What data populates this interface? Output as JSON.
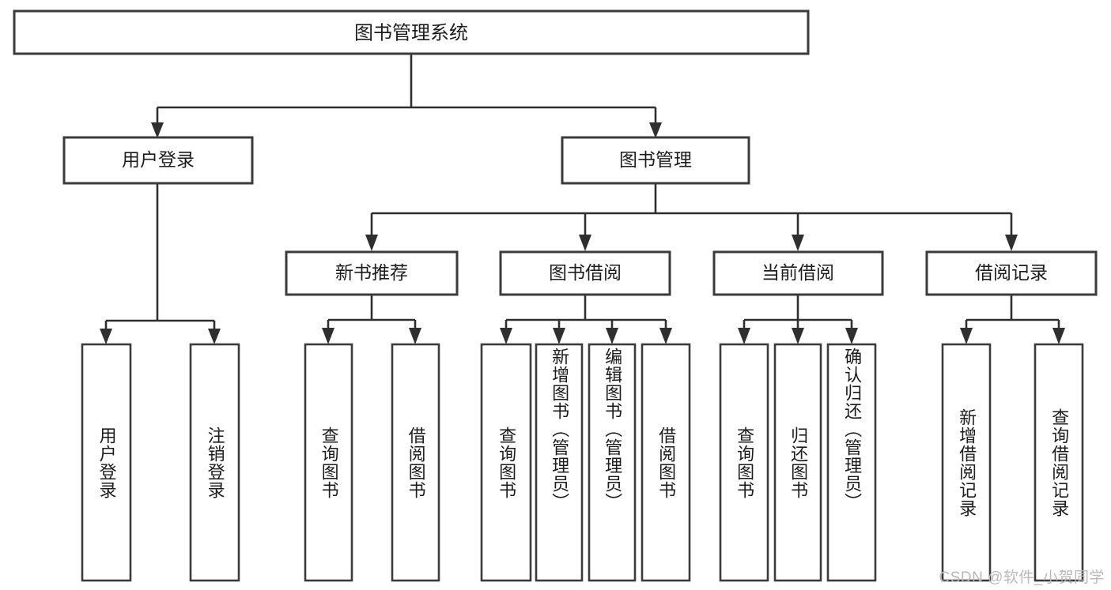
{
  "diagram": {
    "type": "hierarchy-tree",
    "title": "图书管理系统",
    "watermark": "CSDN @软件_小贺同学",
    "colors": {
      "box_stroke": "#3b3b3b",
      "connector": "#2f2f2f",
      "background": "#ffffff",
      "text": "#1c1c1c",
      "watermark": "#b9b9b9"
    },
    "root": {
      "label": "图书管理系统",
      "orientation": "horizontal"
    },
    "level2": [
      {
        "label": "用户登录",
        "orientation": "horizontal"
      },
      {
        "label": "图书管理",
        "orientation": "horizontal"
      }
    ],
    "level3": [
      {
        "label": "新书推荐",
        "orientation": "horizontal",
        "parent": "图书管理"
      },
      {
        "label": "图书借阅",
        "orientation": "horizontal",
        "parent": "图书管理"
      },
      {
        "label": "当前借阅",
        "orientation": "horizontal",
        "parent": "图书管理"
      },
      {
        "label": "借阅记录",
        "orientation": "horizontal",
        "parent": "图书管理"
      }
    ],
    "leaves": {
      "用户登录": [
        {
          "label": "用户登录",
          "orientation": "vertical"
        },
        {
          "label": "注销登录",
          "orientation": "vertical"
        }
      ],
      "新书推荐": [
        {
          "label": "查询图书",
          "orientation": "vertical"
        },
        {
          "label": "借阅图书",
          "orientation": "vertical"
        }
      ],
      "图书借阅": [
        {
          "label": "查询图书",
          "orientation": "vertical"
        },
        {
          "label": "新增图书（管理员）",
          "orientation": "vertical"
        },
        {
          "label": "编辑图书（管理员）",
          "orientation": "vertical"
        },
        {
          "label": "借阅图书",
          "orientation": "vertical"
        }
      ],
      "当前借阅": [
        {
          "label": "查询图书",
          "orientation": "vertical"
        },
        {
          "label": "归还图书",
          "orientation": "vertical"
        },
        {
          "label": "确认归还（管理员）",
          "orientation": "vertical"
        }
      ],
      "借阅记录": [
        {
          "label": "新增借阅记录",
          "orientation": "vertical"
        },
        {
          "label": "查询借阅记录",
          "orientation": "vertical"
        }
      ]
    }
  }
}
